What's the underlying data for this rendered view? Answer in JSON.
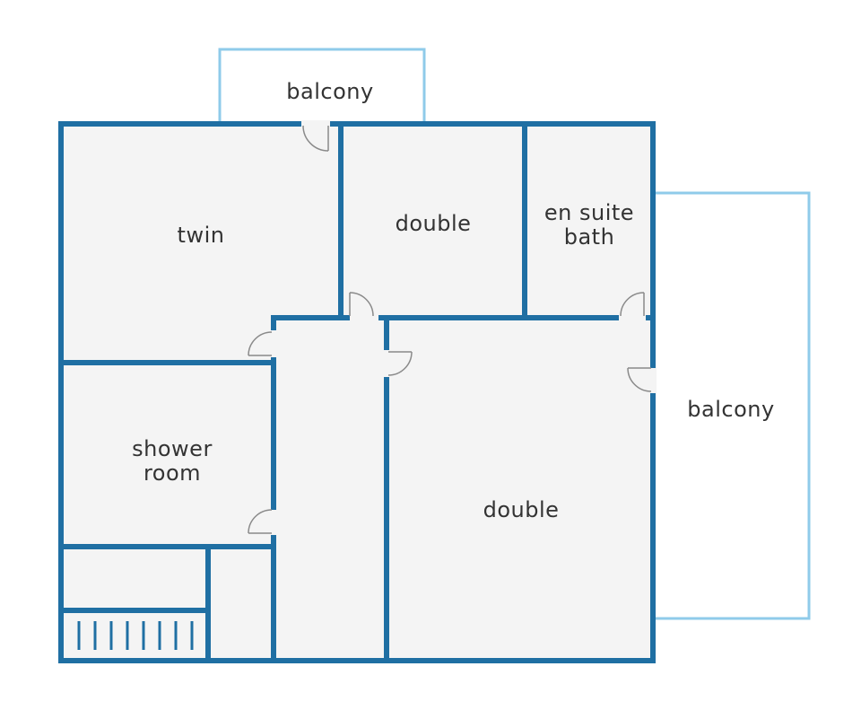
{
  "floor_plan": {
    "rooms": {
      "balcony_top": "balcony",
      "twin": "twin",
      "double_top": "double",
      "en_suite_line1": "en suite",
      "en_suite_line2": "bath",
      "balcony_right": "balcony",
      "shower_line1": "shower",
      "shower_line2": "room",
      "double_bottom": "double"
    },
    "colors": {
      "wall": "#1f6fa3",
      "balcony_outline": "#8fcbea",
      "room_fill": "#f4f4f4",
      "label": "#333333"
    }
  }
}
